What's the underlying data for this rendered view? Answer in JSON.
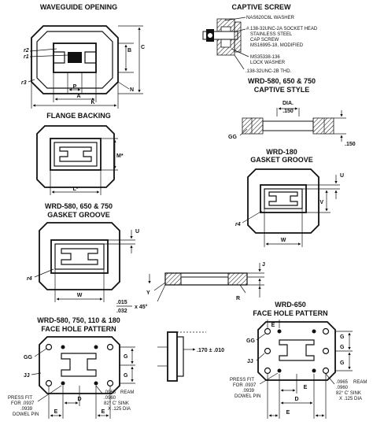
{
  "titles": {
    "waveguide_opening": "WAVEGUIDE OPENING",
    "captive_screw": "CAPTIVE SCREW",
    "flange_backing": "FLANGE BACKING",
    "captive_style_l1": "WRD-580, 650 & 750",
    "captive_style_l2": "CAPTIVE STYLE",
    "gasket_180_l1": "WRD-180",
    "gasket_180_l2": "GASKET GROOVE",
    "gasket_580_l1": "WRD-580, 650 & 750",
    "gasket_580_l2": "GASKET GROOVE",
    "face_580_l1": "WRD-580, 750, 110 & 180",
    "face_580_l2": "FACE HOLE PATTERN",
    "face_650_l1": "WRD-650",
    "face_650_l2": "FACE HOLE PATTERN"
  },
  "captive_screw_callouts": {
    "washer": "NAS620C6L WASHER",
    "screw_l1": "#.138-32UNC-2A SOCKET HEAD",
    "screw_l2": "STAINLESS STEEL",
    "screw_l3": "CAP SCREW",
    "screw_l4": "MS16995-18, MODIFIED",
    "lock_l1": "MS35338-136",
    "lock_l2": "LOCK WASHER",
    "thread": ".138-32UNC-2B THD."
  },
  "waveguide_labels": {
    "r2": "r2",
    "r1": "r1",
    "r3": "r3",
    "b": "B",
    "c": "C",
    "p": "P",
    "a": "A",
    "k": "K",
    "n": "N"
  },
  "flange_labels": {
    "m": "M*",
    "l": "L*"
  },
  "captive_style_labels": {
    "dia": "DIA.",
    "dia_value": ".150",
    "gg": "GG",
    "height": ".150"
  },
  "gasket_180_labels": {
    "u": "U",
    "v": "V",
    "r4": "r4",
    "w": "W"
  },
  "gasket_580_labels": {
    "u": "U",
    "r4": "r4",
    "w": "W"
  },
  "section_labels": {
    "j": "J",
    "r": "R",
    "y": "Y",
    "chamfer_a": ".015",
    "chamfer_b": ".032",
    "angle": "x 45°"
  },
  "side_view_labels": {
    "dim": ".170 ± .010"
  },
  "face_580_labels": {
    "gg": "GG",
    "jj": "JJ",
    "g1": "G",
    "g2": "G",
    "press_l1": "PRESS FIT",
    "press_l2": "FOR .0937",
    "press_l3": ".0939",
    "press_l4": "DOWEL PIN",
    "ream_l1": ".0965",
    "ream_l1b": "REAM",
    "ream_l2": ".0960",
    "ream_l3": "82° C' SINK",
    "ream_l4": "X .125 DIA",
    "e1": "E",
    "d": "D",
    "e2": "E"
  },
  "face_650_labels": {
    "gg": "GG",
    "jj": "JJ",
    "g1": "G",
    "g2": "G",
    "g3": "G",
    "press_l1": "PRESS FIT",
    "press_l2": "FOR .0937",
    "press_l3": ".0939",
    "press_l4": "DOWEL PIN",
    "ream_l1": ".0965",
    "ream_l1b": "REAM",
    "ream_l2": ".0960",
    "ream_l3": "82° C' SINK",
    "ream_l4": "X .125 DIA",
    "e_top": "E",
    "d": "D",
    "e1": "E",
    "e2": "E"
  }
}
